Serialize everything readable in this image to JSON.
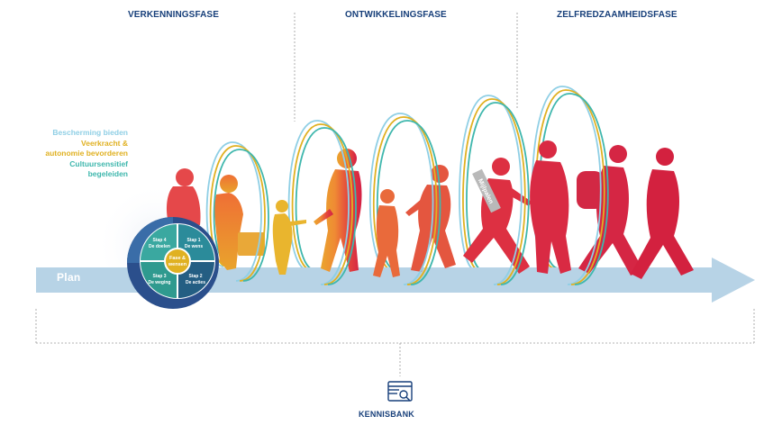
{
  "phases": {
    "exploration": "VERKENNINGSFASE",
    "development": "ONTWIKKELINGSFASE",
    "self_reliance": "ZELFREDZAAMHEIDSFASE"
  },
  "legend": {
    "line1": "Bescherming bieden",
    "line2": "Veerkracht &",
    "line3": "autonomie bevorderen",
    "line4": "Cultuursensitief",
    "line5": "begeleiden"
  },
  "arrow": {
    "label": "Plan"
  },
  "cycle": {
    "center_line1": "Fase &",
    "center_line2": "wensen",
    "step1": "Stap 1",
    "step1_sub": "De wens",
    "step2": "Stap 2",
    "step2_sub": "De acties",
    "step3": "Stap 3",
    "step3_sub": "De weging",
    "step4": "Stap 4",
    "step4_sub": "De doelen"
  },
  "figure_sign": "Mijlpalen",
  "kennisbank": {
    "label": "KENNISBANK",
    "icon": "book-search-icon"
  },
  "colors": {
    "navy": "#173f7a",
    "light_blue": "#8fcfe5",
    "yellow": "#e0b122",
    "teal": "#3fb7ad",
    "arrow": "#b7d3e6",
    "figure_start": "#e9a032",
    "figure_end": "#d8283f"
  }
}
